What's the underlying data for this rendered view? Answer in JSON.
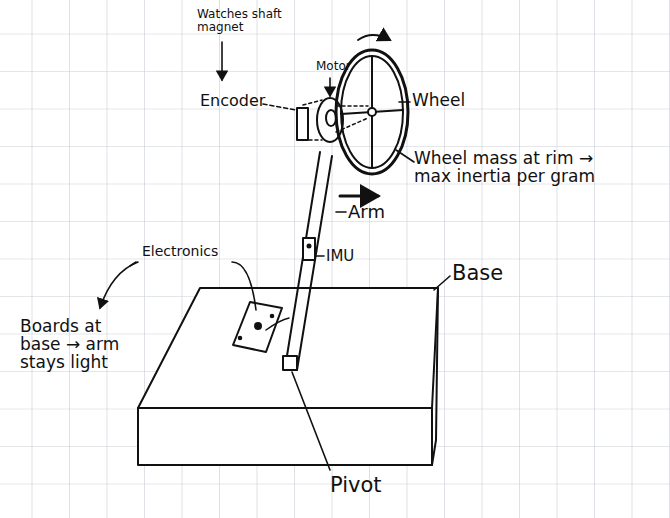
{
  "diagram": {
    "labels": [
      "Watches shaft magnet",
      "Motor",
      "Encoder",
      "Wheel",
      "Wheel mass at rim → max inertia per gram",
      "Arm",
      "IMU",
      "Electronics",
      "Boards at base → arm stays light",
      "Base",
      "Pivot"
    ]
  }
}
